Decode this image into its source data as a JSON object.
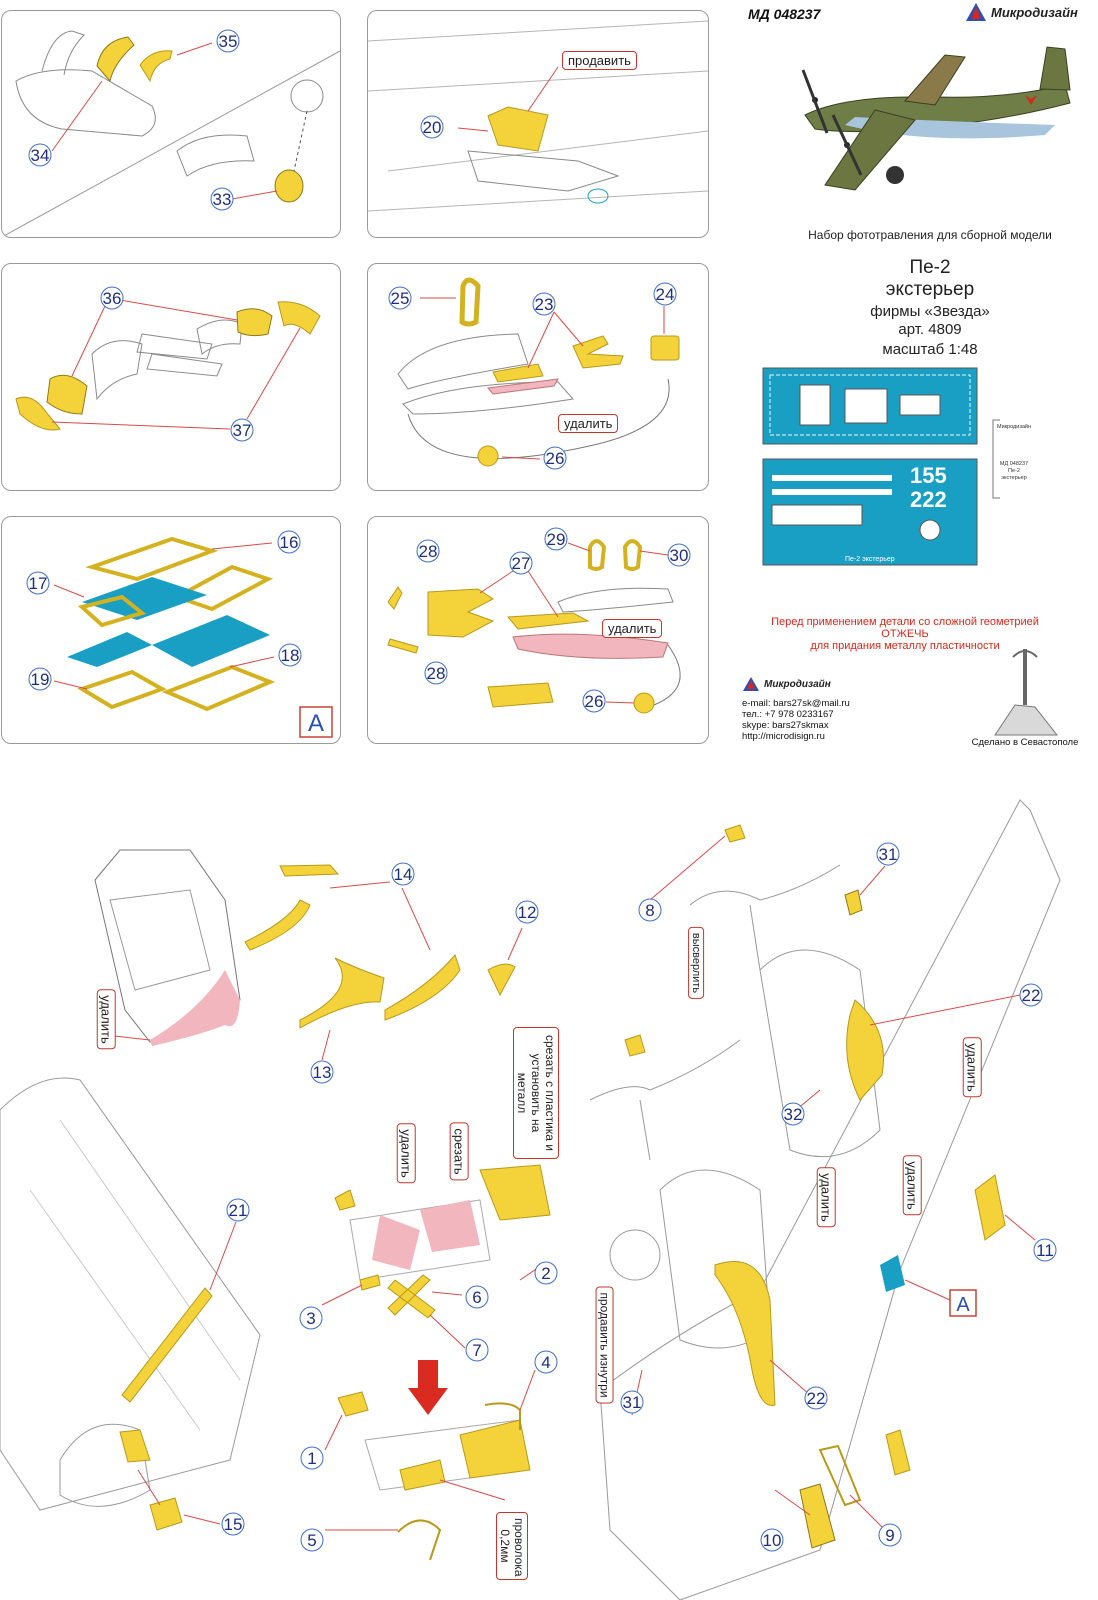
{
  "header": {
    "article_code": "МД 048237",
    "brand": "Микродизайн",
    "kit_description": "Набор фототравления для сборной модели",
    "model_name": "Пе-2",
    "subtitle": "экстерьер",
    "manufacturer": "фирмы «Звезда»",
    "article_no": "арт. 4809",
    "scale": "масштаб 1:48"
  },
  "fret_preview": {
    "code": "МД 048237",
    "label_line1": "Пе-2",
    "label_line2": "экстерьер",
    "mini_brand": "Микродизайн",
    "strip_text": "Пе-2 экстерьер",
    "digits_top": "155",
    "digits_bottom": "222"
  },
  "warning": {
    "line1": "Перед применением детали со сложной геометрией",
    "line2": "ОТЖЕЧЬ",
    "line3": "для придания металлу пластичности"
  },
  "contacts": {
    "brand": "Микродизайн",
    "email": "e-mail: bars27sk@mail.ru",
    "phone": "тел.: +7 978 0233167",
    "skype": "skype: bars27skmax",
    "site": "http://microdisign.ru"
  },
  "made_in": "Сделано в Севастополе",
  "panels": {
    "p1": {
      "callouts": [
        "35",
        "34",
        "33"
      ]
    },
    "p2": {
      "callouts": [
        "20"
      ],
      "note": "продавить"
    },
    "p3": {
      "callouts": [
        "36",
        "37"
      ]
    },
    "p4": {
      "callouts": [
        "25",
        "23",
        "24",
        "26"
      ],
      "note": "удалить"
    },
    "p5": {
      "callouts": [
        "16",
        "17",
        "18",
        "19"
      ],
      "badge": "A"
    },
    "p6": {
      "callouts": [
        "28",
        "29",
        "30",
        "27",
        "28",
        "26"
      ],
      "note": "удалить"
    }
  },
  "main": {
    "canopy": {
      "callouts": [
        "14",
        "12",
        "13"
      ],
      "note": "удалить"
    },
    "gear": {
      "callouts": [
        "2",
        "3",
        "6",
        "7",
        "4",
        "1",
        "5"
      ],
      "note_remove": "удалить",
      "note_cut": "срезать",
      "note_transfer": "срезать с пластика и установить на металл",
      "note_wire": "проволока 0,2мм"
    },
    "wing": {
      "callouts": [
        "21",
        "15"
      ]
    },
    "fuselage": {
      "callouts": [
        "8",
        "31",
        "22",
        "32",
        "11",
        "31",
        "22",
        "10",
        "9"
      ],
      "badge": "A",
      "note_drill": "высверлить",
      "note_remove1": "удалить",
      "note_remove2": "удалить",
      "note_remove3": "удалить",
      "note_press": "продавить изнутри"
    }
  },
  "colors": {
    "part_yellow": "#f3d23a",
    "part_outline": "#b89a1a",
    "blue_film": "#1a9fc4",
    "pink_remove": "#f2b6bf",
    "callout_ring": "#3f6ec7",
    "arrow": "#d94b4b",
    "warn_red": "#d6281c",
    "big_arrow": "#d92b20"
  }
}
